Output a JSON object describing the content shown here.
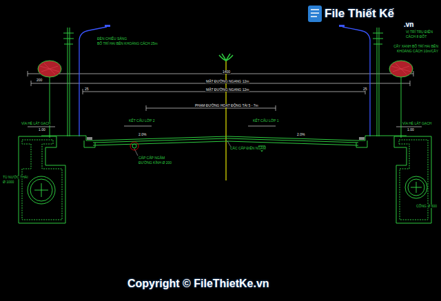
{
  "diagram": {
    "labels": [
      "File Thiết Kế",
      ".vn",
      "Copyright © FileThietKe.vn",
      "1400",
      "MẶT ĐƯỜNG NGANG 12m",
      "MẶT ĐƯỜNG NGANG 12m",
      "PHẠM ĐƯỜNG HOẠT ĐỘNG TẢI 5 - 7m",
      "ĐÈN CHIẾU SÁNG",
      "BỐ TRÍ HAI BÊN KHOẢNG CÁCH 25m",
      "VỊ TRÍ TRỤ ĐIỆN",
      "CÁCH 8 ĐỐT",
      "CÂY XANH BỐ TRÍ HAI BÊN",
      "KHOẢNG CÁCH 10m/CÂY",
      "25",
      "25",
      "200",
      "VỈA HÈ LÁT GẠCH",
      "1.00",
      "VỈA HÈ LÁT GẠCH",
      "1.00",
      "KẾT CẤU LỚP 2",
      "KẾT CẤU LỚP 1",
      "2.0%",
      "2.0%",
      "CÁP CẤP NGẦM",
      "ĐƯỜNG KÍNH Ø 200",
      "CÁC CẤP ĐIỆN NGẦM",
      "TỦ NƯỚC THẢI",
      "Ø 1000",
      "CỐNG Ø 600"
    ]
  }
}
